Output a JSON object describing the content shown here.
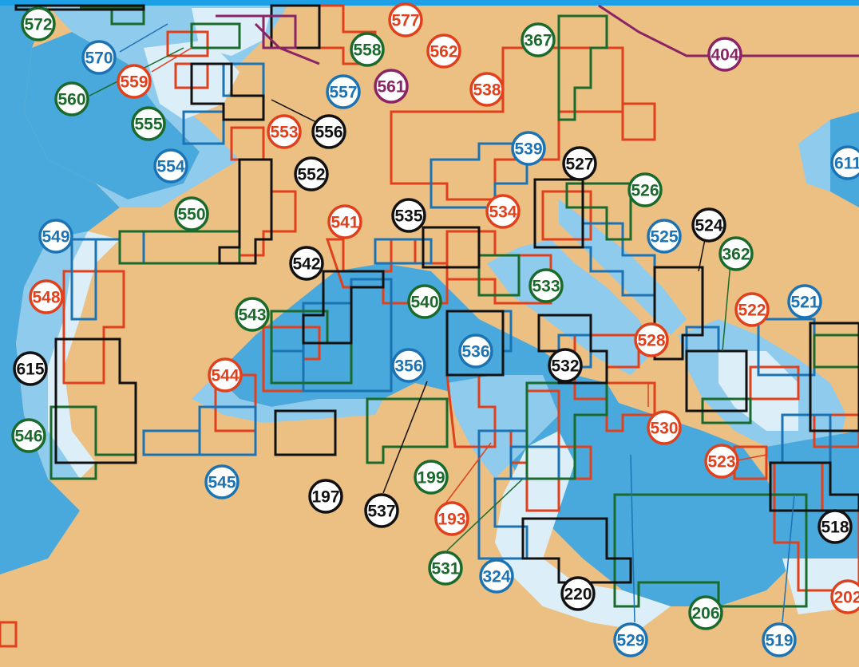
{
  "colors": {
    "land": "#ecc083",
    "deep_sea": "#4aa9dc",
    "mid_sea": "#8fcbec",
    "shallow_sea": "#dceff9",
    "red": "#e0401c",
    "blue": "#1c73b4",
    "green": "#1a6a2c",
    "black": "#111111",
    "purple": "#8a2464",
    "topbar": "#1ea0e6"
  },
  "chart_labels": [
    {
      "id": "572",
      "color": "green"
    },
    {
      "id": "570",
      "color": "blue"
    },
    {
      "id": "559",
      "color": "red"
    },
    {
      "id": "560",
      "color": "green"
    },
    {
      "id": "555",
      "color": "green"
    },
    {
      "id": "554",
      "color": "blue"
    },
    {
      "id": "577",
      "color": "red"
    },
    {
      "id": "558",
      "color": "green"
    },
    {
      "id": "562",
      "color": "red"
    },
    {
      "id": "561",
      "color": "purple"
    },
    {
      "id": "557",
      "color": "blue"
    },
    {
      "id": "556",
      "color": "black"
    },
    {
      "id": "553",
      "color": "red"
    },
    {
      "id": "552",
      "color": "black"
    },
    {
      "id": "367",
      "color": "green"
    },
    {
      "id": "404",
      "color": "purple"
    },
    {
      "id": "538",
      "color": "red"
    },
    {
      "id": "539",
      "color": "blue"
    },
    {
      "id": "527",
      "color": "black"
    },
    {
      "id": "526",
      "color": "green"
    },
    {
      "id": "611",
      "color": "blue"
    },
    {
      "id": "550",
      "color": "green"
    },
    {
      "id": "549",
      "color": "blue"
    },
    {
      "id": "541",
      "color": "red"
    },
    {
      "id": "535",
      "color": "black"
    },
    {
      "id": "534",
      "color": "red"
    },
    {
      "id": "525",
      "color": "blue"
    },
    {
      "id": "524",
      "color": "black"
    },
    {
      "id": "362",
      "color": "green"
    },
    {
      "id": "542",
      "color": "black"
    },
    {
      "id": "548",
      "color": "red"
    },
    {
      "id": "540",
      "color": "green"
    },
    {
      "id": "533",
      "color": "green"
    },
    {
      "id": "522",
      "color": "red"
    },
    {
      "id": "521",
      "color": "blue"
    },
    {
      "id": "543",
      "color": "green"
    },
    {
      "id": "536",
      "color": "blue"
    },
    {
      "id": "528",
      "color": "red"
    },
    {
      "id": "615",
      "color": "black"
    },
    {
      "id": "544",
      "color": "red"
    },
    {
      "id": "356",
      "color": "blue"
    },
    {
      "id": "532",
      "color": "black"
    },
    {
      "id": "546",
      "color": "green"
    },
    {
      "id": "530",
      "color": "red"
    },
    {
      "id": "523",
      "color": "red"
    },
    {
      "id": "545",
      "color": "blue"
    },
    {
      "id": "197",
      "color": "black"
    },
    {
      "id": "199",
      "color": "green"
    },
    {
      "id": "537",
      "color": "black"
    },
    {
      "id": "193",
      "color": "red"
    },
    {
      "id": "518",
      "color": "black"
    },
    {
      "id": "531",
      "color": "green"
    },
    {
      "id": "324",
      "color": "blue"
    },
    {
      "id": "220",
      "color": "black"
    },
    {
      "id": "202",
      "color": "red"
    },
    {
      "id": "206",
      "color": "green"
    },
    {
      "id": "529",
      "color": "blue"
    },
    {
      "id": "519",
      "color": "blue"
    }
  ]
}
